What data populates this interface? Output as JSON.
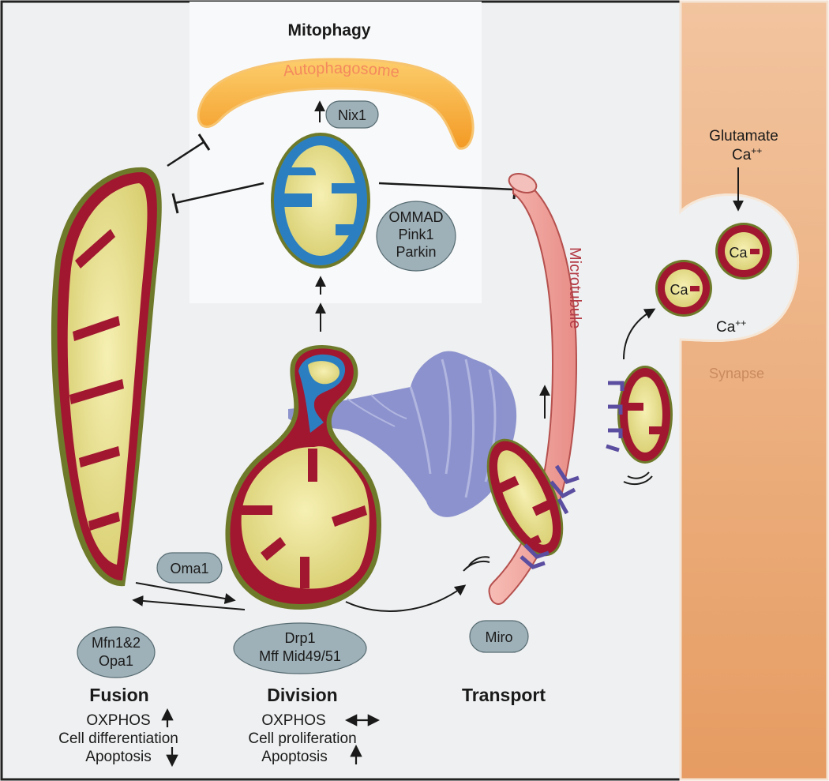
{
  "titles": {
    "mitophagy": "Mitophagy",
    "fusion": "Fusion",
    "division": "Division",
    "transport": "Transport"
  },
  "labels": {
    "autophagosome": "Autophagosome",
    "microtubule": "Microtubule",
    "synapse": "Synapse",
    "glutamate": "Glutamate",
    "ca_base": "Ca",
    "ca_sup": "++",
    "ca_vesicle": "Ca"
  },
  "proteins": {
    "nix1": "Nix1",
    "mitophagy_group": [
      "OMMAD",
      "Pink1",
      "Parkin"
    ],
    "oma1": "Oma1",
    "fusion_group": [
      "Mfn1&2",
      "Opa1"
    ],
    "division_group": [
      "Drp1",
      "Mff Mid49/51"
    ],
    "miro": "Miro"
  },
  "outcomes": {
    "fusion": {
      "oxphos": "OXPHOS",
      "differentiation": "Cell differentiation",
      "apoptosis": "Apoptosis"
    },
    "division": {
      "oxphos": "OXPHOS",
      "proliferation": "Cell proliferation",
      "apoptosis": "Apoptosis"
    }
  },
  "colors": {
    "background": "#eff0f1",
    "mitophagy_panel": "#f7f8f9",
    "synapse_tissue": "#e9a36e",
    "matrix": "#e6de8e",
    "inner_membrane": "#a11730",
    "outer_membrane": "#6e7a2a",
    "damaged_membrane": "#2b7fc1",
    "protein_pill": "#9fb1b8",
    "microtubule": "#f0a49f",
    "er": "#7b82c7",
    "motor": "#5b4ea0",
    "autophagosome": "#f6ad3a"
  }
}
